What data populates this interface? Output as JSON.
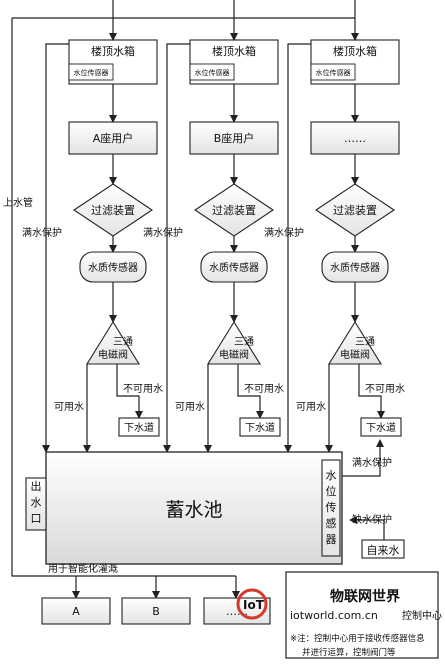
{
  "diagram": {
    "riser_label": "上水管",
    "columns": [
      {
        "tank": "楼顶水箱",
        "level_sensor": "水位传感器",
        "user": "A座用户",
        "filter": "过滤装置",
        "quality": "水质传感器",
        "valve": "三通电磁阀",
        "unusable": "不可用水",
        "usable": "可用水",
        "drain": "下水道",
        "overflow": "满水保护"
      },
      {
        "tank": "楼顶水箱",
        "level_sensor": "水位传感器",
        "user": "B座用户",
        "filter": "过滤装置",
        "quality": "水质传感器",
        "valve": "三通电磁阀",
        "unusable": "不可用水",
        "usable": "可用水",
        "drain": "下水道",
        "overflow": "满水保护"
      },
      {
        "tank": "楼顶水箱",
        "level_sensor": "水位传感器",
        "user": "……",
        "filter": "过滤装置",
        "quality": "水质传感器",
        "valve": "三通电磁阀",
        "unusable": "不可用水",
        "usable": "可用水",
        "drain": "下水道",
        "overflow": "满水保护"
      }
    ],
    "reservoir": "蓄水池",
    "outlet": "出水口",
    "reservoir_sensor": "水位传感器",
    "full_protect": "满水保护",
    "low_protect": "缺水保护",
    "tap_water": "自来水",
    "irrigation": "用于智能化灌溉",
    "outputs": [
      "A",
      "B",
      "……"
    ],
    "control_center": "控制中心",
    "note": "※注：控制中心用于接收传感器信息并进行运算，控制阀门等",
    "watermark_title": "物联网世界",
    "watermark_url": "iotworld.com.cn"
  }
}
